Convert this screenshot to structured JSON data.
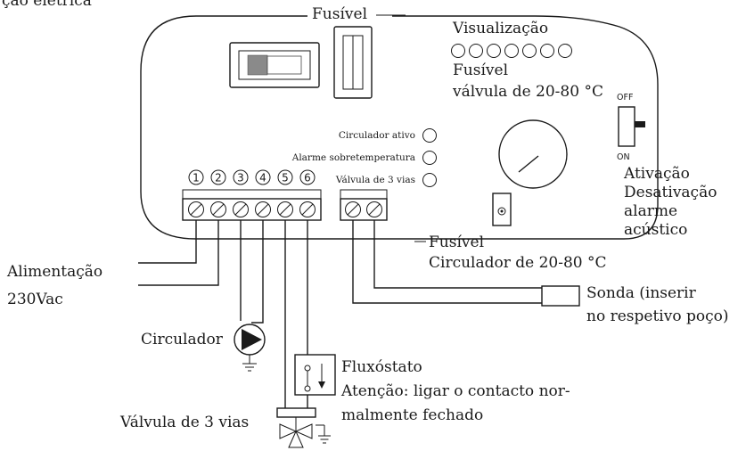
{
  "top_fuse_label": "Fusível",
  "display_label": "Visualização",
  "fuse_valve_label": "Fusível",
  "valve_range_label": "válvula de 20-80 °C",
  "switch_off": "OFF",
  "switch_on": "ON",
  "alarm_lines": [
    "Ativação",
    "Desativação",
    "alarme",
    "acústico"
  ],
  "indicators": [
    "Circulador ativo",
    "Alarme sobretemperatura",
    "Válvula de 3 vias"
  ],
  "terminal_numbers": [
    "1",
    "2",
    "3",
    "4",
    "5",
    "6"
  ],
  "bottom_fuse_label": "Fusível",
  "circulator_range_label": "Circulador de 20-80 °C",
  "power_lines": [
    "Alimentação",
    "230Vac"
  ],
  "probe_lines": [
    "Sonda (inserir",
    "no respetivo poço)"
  ],
  "circulator_label": "Circulador",
  "flow_lines": [
    "Fluxóstato",
    "Atenção: ligar o contacto nor-",
    "malmente fechado"
  ],
  "valve_label": "Válvula de 3 vias",
  "fragment_text": "ção elétrica"
}
